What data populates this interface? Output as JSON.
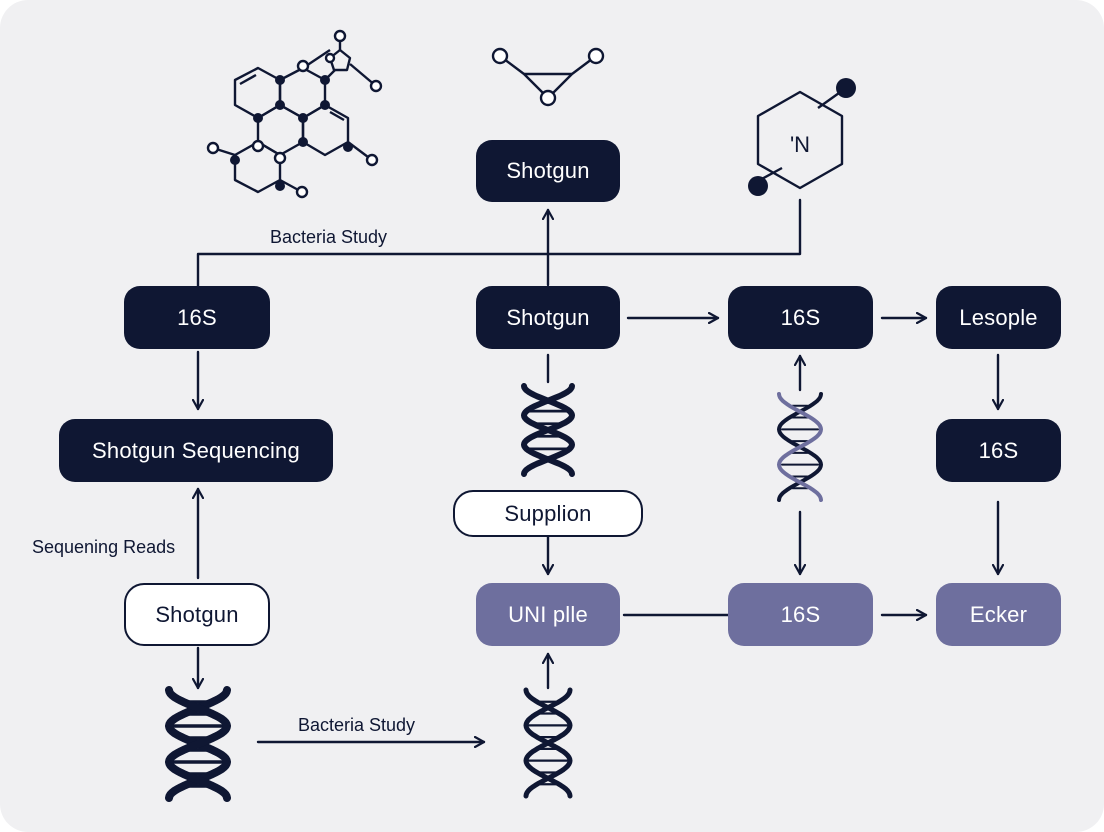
{
  "nodes": {
    "shotgun_top": "Shotgun",
    "s16_left": "16S",
    "shotgun_center": "Shotgun",
    "s16_center_right": "16S",
    "lesople": "Lesople",
    "shotgun_sequencing": "Shotgun Sequencing",
    "s16_right": "16S",
    "supplion": "Supplion",
    "shotgun_outline": "Shotgun",
    "uniplle": "UNI plle",
    "s16_bottom": "16S",
    "ecker": "Ecker"
  },
  "labels": {
    "bacteria_study_top": "Bacteria Study",
    "sequencing_reads": "Sequening Reads",
    "bacteria_study_bottom": "Bacteria Study",
    "hex_atom": "'N"
  },
  "colors": {
    "background": "#f0f0f2",
    "dark_node": "#0f1733",
    "muted_node": "#6e6f9e",
    "line": "#0f1733"
  }
}
